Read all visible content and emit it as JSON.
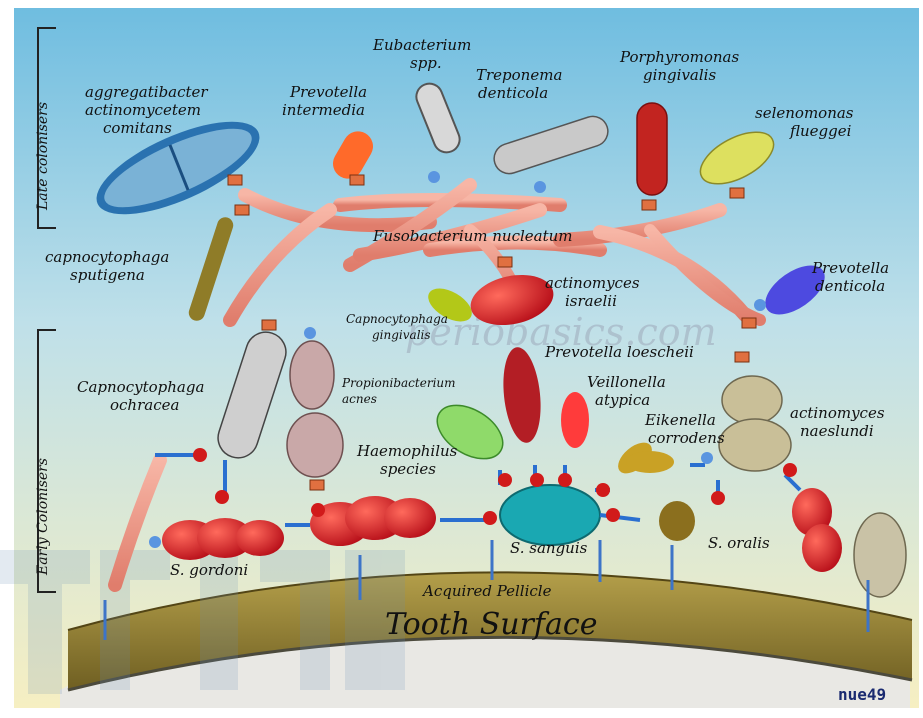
{
  "groups": {
    "late": "Late colonisers",
    "early": "Early Colonisers"
  },
  "labels": {
    "aggregatibacter": [
      "aggregatibacter",
      "actinomycetem",
      "comitans"
    ],
    "prevotella_intermedia": [
      "Prevotella",
      "intermedia"
    ],
    "eubacterium": [
      "Eubacterium",
      "spp."
    ],
    "treponema": [
      "Treponema",
      "denticola"
    ],
    "porphyromonas": [
      "Porphyromonas",
      "gingivalis"
    ],
    "selenomonas": [
      "selenomonas",
      "flueggei"
    ],
    "fusobacterium": "Fusobacterium nucleatum",
    "capnocytophaga_sputigena": [
      "capnocytophaga",
      "sputigena"
    ],
    "actinomyces_israelii": [
      "actinomyces",
      "israelii"
    ],
    "prevotella_denticola": [
      "Prevotella",
      "denticola"
    ],
    "capnocytophaga_gingivalis": [
      "Capnocytophaga",
      "gingivalis"
    ],
    "prevotella_loescheii": "Prevotella loescheii",
    "capnocytophaga_ochracea": [
      "Capnocytophaga",
      "ochracea"
    ],
    "propionibacterium": [
      "Propionibacterium",
      "acnes"
    ],
    "veillonella": [
      "Veillonella",
      "atypica"
    ],
    "eikenella": [
      "Eikenella",
      "corrodens"
    ],
    "actinomyces_naeslundi": [
      "actinomyces",
      "naeslundi"
    ],
    "haemophilus": [
      "Haemophilus",
      "species"
    ],
    "s_sanguis": "S. sanguis",
    "s_oralis": "S. oralis",
    "s_gordoni": "S. gordoni",
    "acquired_pellicle": "Acquired Pellicle",
    "tooth_surface": "Tooth Surface"
  },
  "watermark": "periobasics.com",
  "signature": "nue49",
  "colors": {
    "sky_top": "#7cc3e2",
    "sky_bottom": "#f4efc4",
    "fusobacterium": "#ef9a8c",
    "streptococcus": "#e0242a",
    "pellicle": "#9c8a3a",
    "receptor_red": "#d11a1a",
    "receptor_blue": "#2a6fd0"
  }
}
